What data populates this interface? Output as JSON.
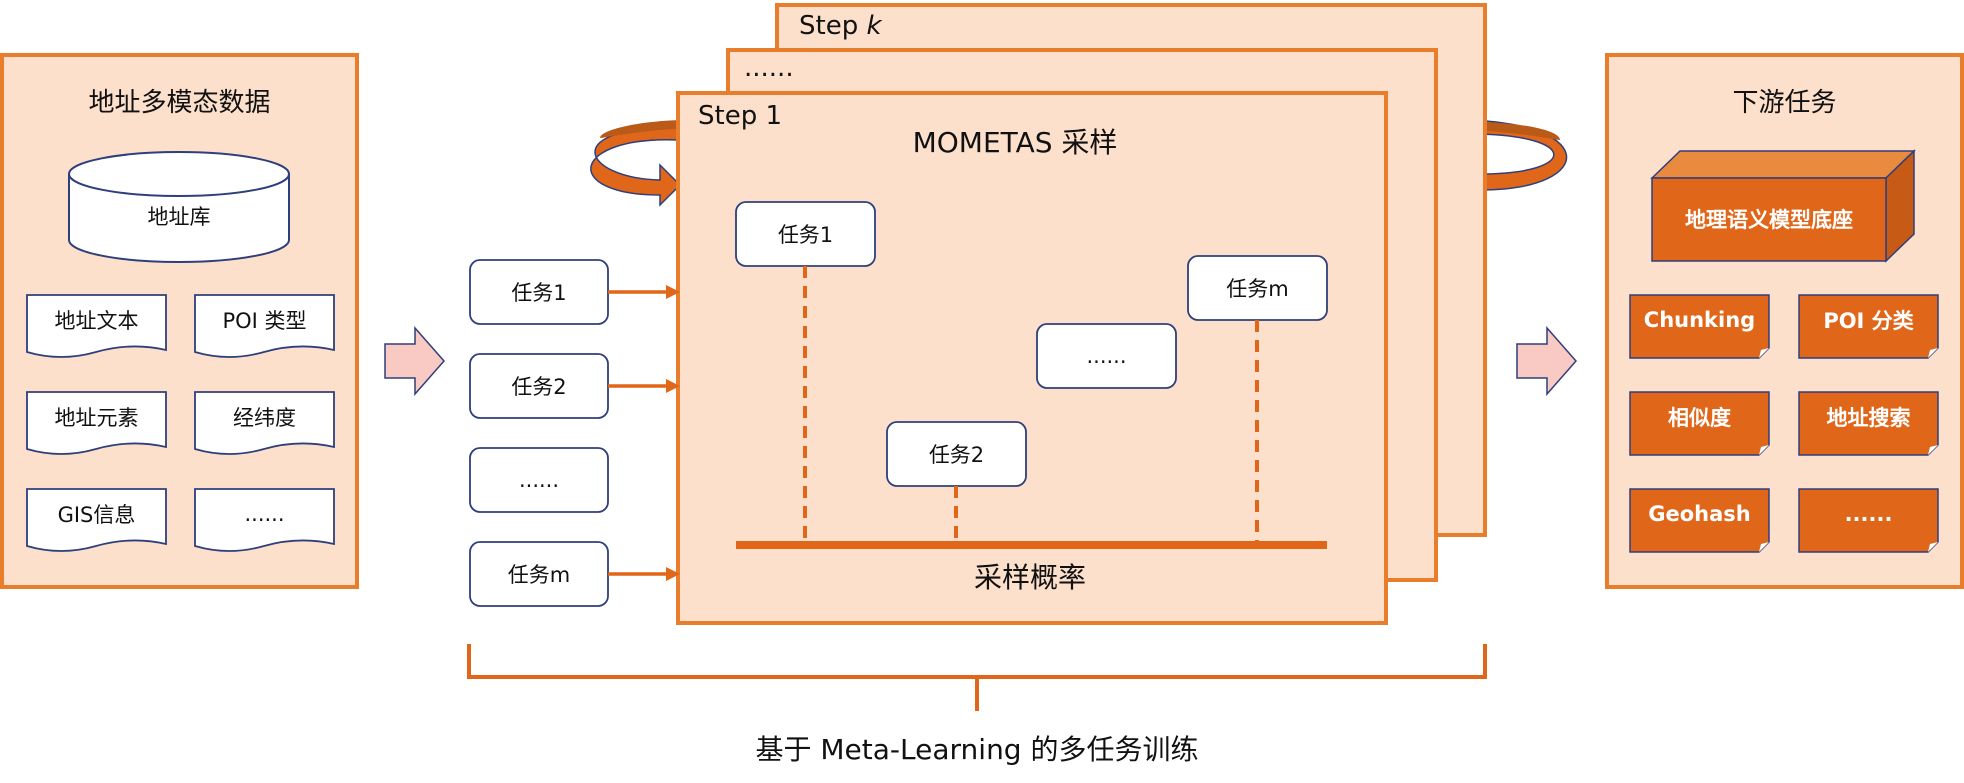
{
  "left_panel": {
    "title": "地址多模态数据",
    "database_label": "地址库",
    "docs": [
      "地址文本",
      "POI 类型",
      "地址元素",
      "经纬度",
      "GIS信息",
      "......"
    ]
  },
  "tasks_column": [
    "任务1",
    "任务2",
    "......",
    "任务m"
  ],
  "steps": {
    "step_k_prefix": "Step ",
    "step_k_var": "k",
    "middle_ellipsis": "......",
    "step_1": "Step 1"
  },
  "sampling": {
    "title": "MOMETAS 采样",
    "tasks": [
      "任务1",
      "任务2",
      "......",
      "任务m"
    ],
    "axis_label": "采样概率"
  },
  "right_panel": {
    "title": "下游任务",
    "base_model": "地理语义模型底座",
    "tasks": [
      "Chunking",
      "POI 分类",
      "相似度",
      "地址搜索",
      "Geohash",
      "......"
    ]
  },
  "caption": "基于 Meta-Learning 的多任务训练",
  "colors": {
    "panel_fill": "#fce0cc",
    "panel_border": "#e87d2c",
    "orange_fill": "#e0671a",
    "navy_border": "#2e3f7c",
    "arrow_fill": "#f9c9c4"
  }
}
